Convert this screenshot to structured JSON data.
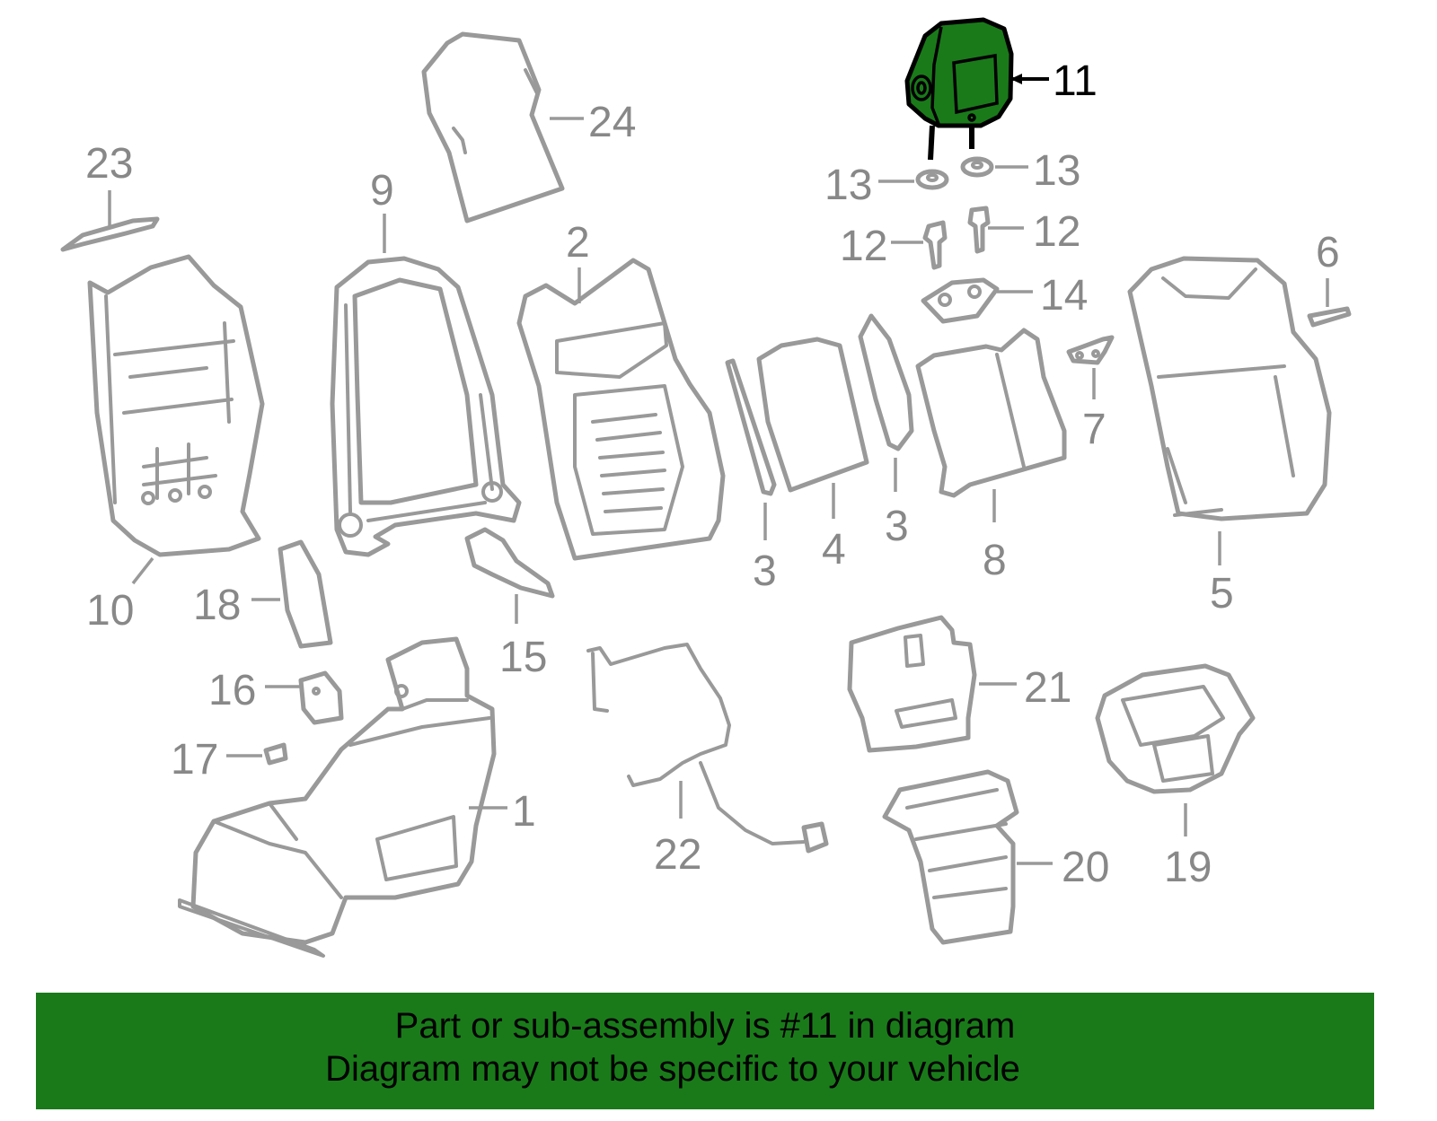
{
  "callouts": {
    "c1": "1",
    "c2": "2",
    "c3a": "3",
    "c3b": "3",
    "c4": "4",
    "c5": "5",
    "c6": "6",
    "c7": "7",
    "c8": "8",
    "c9": "9",
    "c10": "10",
    "c11": "11",
    "c12a": "12",
    "c12b": "12",
    "c13a": "13",
    "c13b": "13",
    "c14": "14",
    "c15": "15",
    "c16": "16",
    "c17": "17",
    "c18": "18",
    "c19": "19",
    "c20": "20",
    "c21": "21",
    "c22": "22",
    "c23": "23",
    "c24": "24"
  },
  "highlighted_part": "11",
  "colors": {
    "highlight": "#1a7a1a",
    "line_art": "#999999",
    "text": "#000000",
    "callout": "#888888"
  },
  "banner": {
    "line1": "Part or sub-assembly is #11 in diagram",
    "line2": "Diagram may not be specific to your vehicle"
  }
}
